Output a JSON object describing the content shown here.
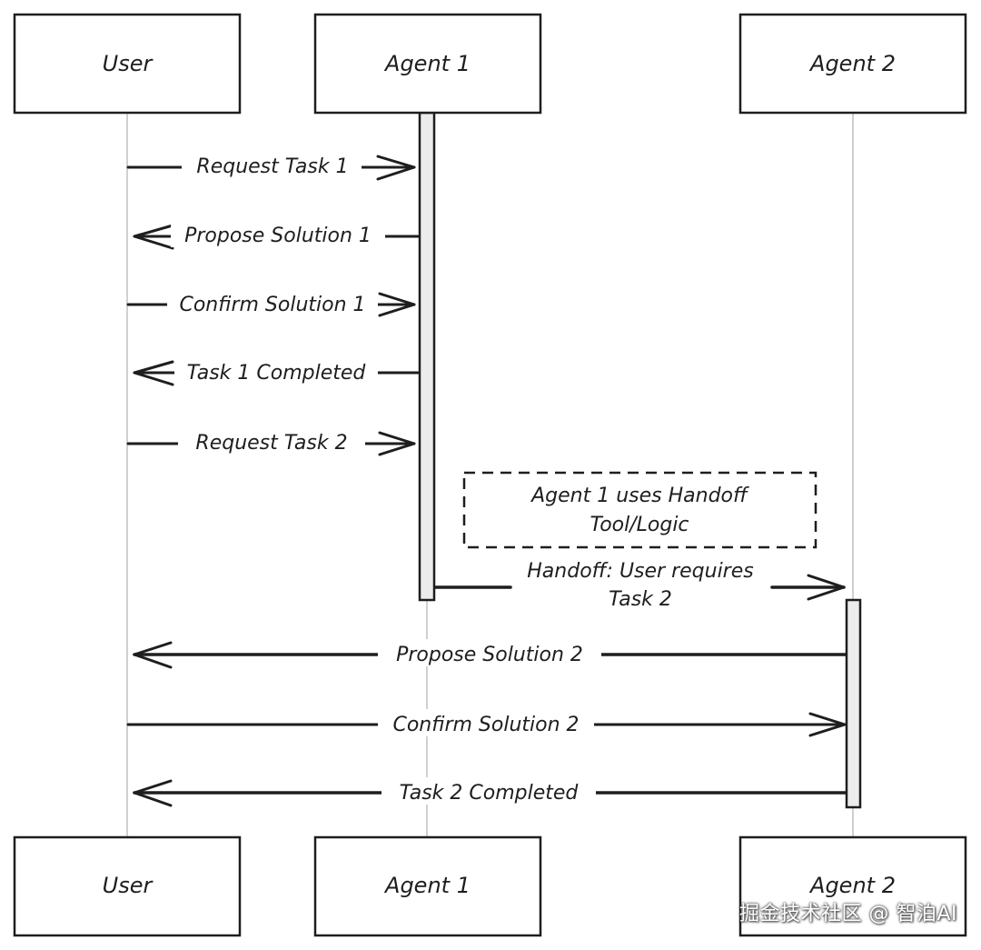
{
  "participants": [
    {
      "id": "user",
      "label": "User"
    },
    {
      "id": "agent1",
      "label": "Agent 1"
    },
    {
      "id": "agent2",
      "label": "Agent 2"
    }
  ],
  "messages": [
    {
      "from": "user",
      "to": "agent1",
      "label": "Request Task 1"
    },
    {
      "from": "agent1",
      "to": "user",
      "label": "Propose Solution 1"
    },
    {
      "from": "user",
      "to": "agent1",
      "label": "Confirm Solution 1"
    },
    {
      "from": "agent1",
      "to": "user",
      "label": "Task 1 Completed"
    },
    {
      "from": "user",
      "to": "agent1",
      "label": "Request Task 2"
    },
    {
      "from": "agent1",
      "to": "agent2",
      "label_line1": "Handoff: User requires",
      "label_line2": "Task 2"
    },
    {
      "from": "agent2",
      "to": "user",
      "label": "Propose Solution 2"
    },
    {
      "from": "user",
      "to": "agent2",
      "label": "Confirm Solution 2"
    },
    {
      "from": "agent2",
      "to": "user",
      "label": "Task 2 Completed"
    }
  ],
  "note": {
    "line1": "Agent 1 uses Handoff",
    "line2": "Tool/Logic"
  },
  "watermark": "掘金技术社区 @ 智泊AI",
  "colors": {
    "ink": "#1e1e1e",
    "lifeline": "#b0b0b0",
    "activation_fill": "#ececec"
  }
}
